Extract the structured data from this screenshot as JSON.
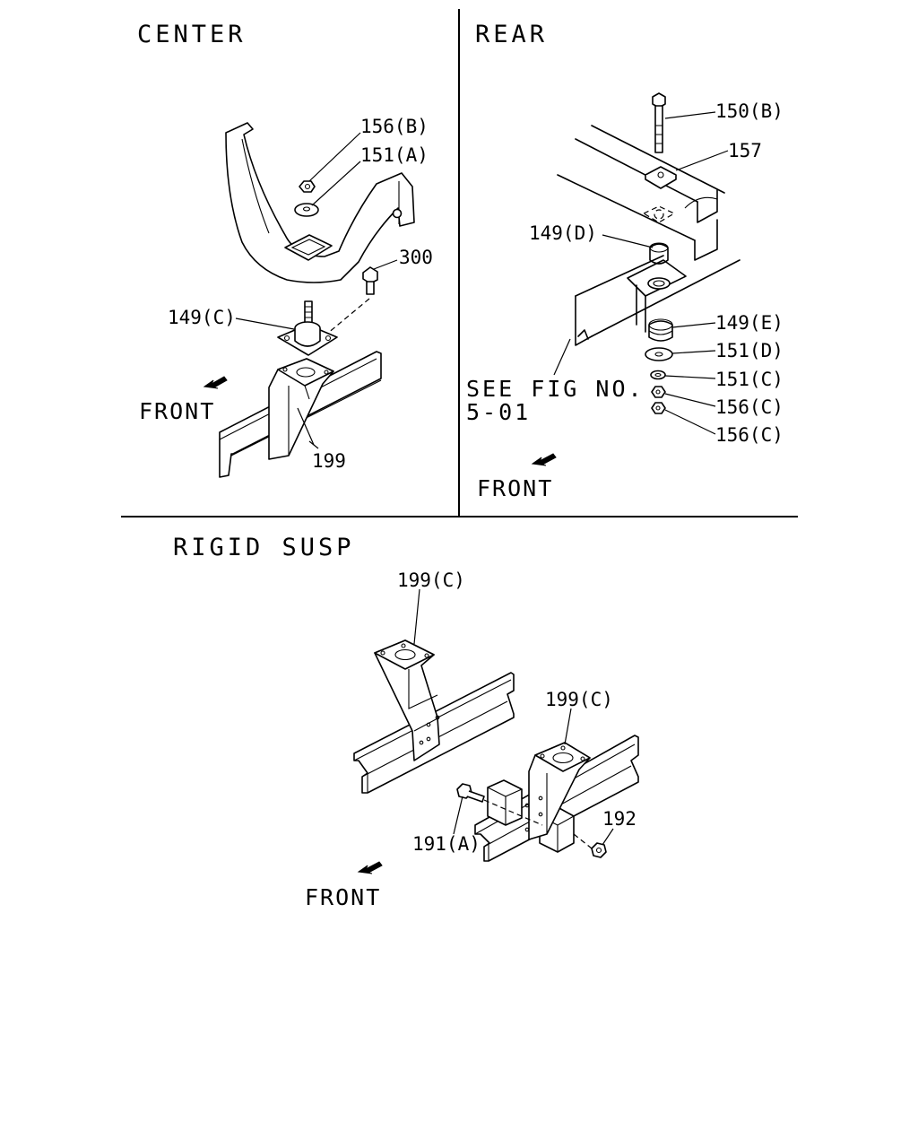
{
  "sections": {
    "center": "CENTER",
    "rear": "REAR",
    "rigid": "RIGID SUSP"
  },
  "center": {
    "labels": {
      "p156b": "156(B)",
      "p151a": "151(A)",
      "p300": "300",
      "p149c": "149(C)",
      "p199": "199"
    },
    "front": "FRONT"
  },
  "rear": {
    "labels": {
      "p150b": "150(B)",
      "p157": "157",
      "p149d": "149(D)",
      "p149e": "149(E)",
      "p151d": "151(D)",
      "p151c": "151(C)",
      "p156c1": "156(C)",
      "p156c2": "156(C)"
    },
    "see_fig_line1": "SEE FIG NO.",
    "see_fig_line2": "5-01",
    "front": "FRONT"
  },
  "rigid": {
    "labels": {
      "p199c_top": "199(C)",
      "p199c_mid": "199(C)",
      "p192": "192",
      "p191a": "191(A)"
    },
    "front": "FRONT"
  }
}
